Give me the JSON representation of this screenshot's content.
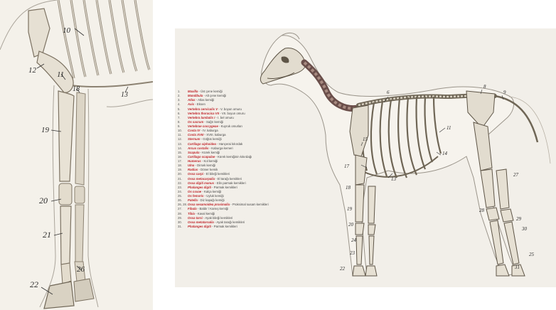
{
  "left_labels": [
    "10",
    "12",
    "11",
    "18",
    "13",
    "19",
    "20",
    "21",
    "22",
    "26"
  ],
  "right_labels": [
    "6",
    "8",
    "9",
    "11",
    "15",
    "17",
    "14",
    "13",
    "18",
    "19",
    "20",
    "23",
    "24",
    "22",
    "27",
    "29",
    "28",
    "30",
    "25",
    "31"
  ],
  "legend": [
    {
      "num": "1.",
      "latin": "Maxilla",
      "tr": "- Üst çene kemiği"
    },
    {
      "num": "2.",
      "latin": "Mandibula",
      "tr": "- Alt çene kemiği"
    },
    {
      "num": "3.",
      "latin": "Atlas",
      "tr": "- Atlas kemiği"
    },
    {
      "num": "4.",
      "latin": "Axis",
      "tr": "- Eksen"
    },
    {
      "num": "5.",
      "latin": "Vertebra cervicalis V",
      "tr": "- V. boyun omuru"
    },
    {
      "num": "6.",
      "latin": "Vertebra thoracica VII",
      "tr": "- VII. boyun omuru"
    },
    {
      "num": "7.",
      "latin": "Vertebra lumbalis I",
      "tr": "- I. bel omuru"
    },
    {
      "num": "8.",
      "latin": "Os sacrum",
      "tr": "- Sağrı kemiği"
    },
    {
      "num": "9.",
      "latin": "Vertebrae coccygeae",
      "tr": "- Kuyruk omurları"
    },
    {
      "num": "10.",
      "latin": "Costa IV",
      "tr": "- IV. kaburga"
    },
    {
      "num": "11.",
      "latin": "Costa XVIII",
      "tr": "- XVIII. kaburga"
    },
    {
      "num": "12.",
      "latin": "Sternum",
      "tr": "- Göğüs kemiği"
    },
    {
      "num": "13.",
      "latin": "Cartilago xiphoidea",
      "tr": "- Hançerai kıkırdak"
    },
    {
      "num": "14.",
      "latin": "Arcus costalis",
      "tr": "- Kaburga kemeri"
    },
    {
      "num": "15.",
      "latin": "Scapula",
      "tr": "- Kürek kemiği"
    },
    {
      "num": "16.",
      "latin": "Cartilago scapulae",
      "tr": "- Kürek kemiğinin kıkırdağı"
    },
    {
      "num": "17.",
      "latin": "Humerus",
      "tr": "- Kol kemiği"
    },
    {
      "num": "18.",
      "latin": "Ulna",
      "tr": "- Dirsek kemiği"
    },
    {
      "num": "19.",
      "latin": "Radius",
      "tr": "- Döner kemik"
    },
    {
      "num": "20.",
      "latin": "Ossa carpi",
      "tr": "- El bileği kemikleri"
    },
    {
      "num": "21.",
      "latin": "Ossa metacarpalia",
      "tr": "- El tarağı kemikleri"
    },
    {
      "num": "22.",
      "latin": "Ossa digiti manus",
      "tr": "- Elin parmak kemikleri"
    },
    {
      "num": "23.",
      "latin": "Phalanges digiti",
      "tr": "- Parmak kemikleri"
    },
    {
      "num": "24.",
      "latin": "Os coxae",
      "tr": "- Kalça kemiği"
    },
    {
      "num": "25.",
      "latin": "Os femoris",
      "tr": "- Uyluk kemiği"
    },
    {
      "num": "26.",
      "latin": "Patella",
      "tr": "- Diz kapağı kemiği"
    },
    {
      "num": "26, 28.",
      "latin": "Ossa sesamoidea proximalia",
      "tr": "- Proksimal susam kemikleri"
    },
    {
      "num": "27.",
      "latin": "Fibula",
      "tr": "- Baldır / Kamış kemiği"
    },
    {
      "num": "28.",
      "latin": "Tibia",
      "tr": "- Kaval kemiği"
    },
    {
      "num": "29.",
      "latin": "Ossa tarsi",
      "tr": "- Ayak bileği kemikleri"
    },
    {
      "num": "30.",
      "latin": "Ossa metatarsalia",
      "tr": "- Ayak tarağı kemikleri"
    },
    {
      "num": "31.",
      "latin": "Phalanges digiti",
      "tr": "- Parmak kemikleri"
    }
  ],
  "colors": {
    "bone": "#e9e4d8",
    "bone_shade": "#8c8272",
    "outline": "#9a948a",
    "latin_red": "#c0272d"
  }
}
